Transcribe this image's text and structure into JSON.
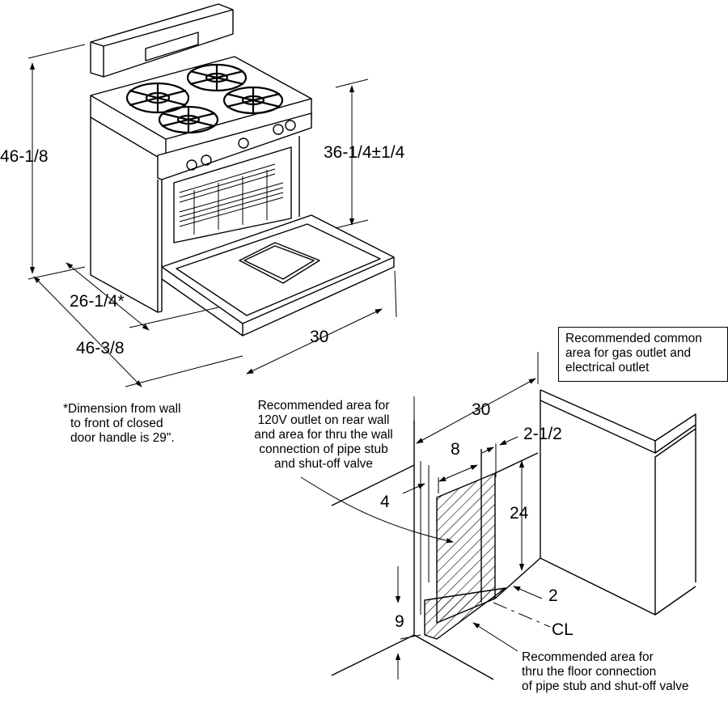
{
  "range": {
    "height_total": "46-1/8",
    "cooktop_height": "36-1/4±1/4",
    "depth_closed": "26-1/4*",
    "depth_open": "46-3/8",
    "width": "30",
    "footnote": [
      "*Dimension from wall",
      "to front of closed",
      "door handle is 29\"."
    ]
  },
  "installation": {
    "width": "30",
    "side_offset": "2-1/2",
    "area_width": "8",
    "area_top_offset": "4",
    "area_height": "24",
    "area_bottom_offset": "9",
    "floor_gap": "2",
    "centerline": "CL",
    "wall_area_note": [
      "Recommended area for",
      "120V outlet on rear wall",
      "and area for thru the wall",
      "connection of pipe stub",
      "and shut-off valve"
    ],
    "floor_area_note": [
      "Recommended area for",
      "thru the floor connection",
      "of pipe stub and shut-off valve"
    ],
    "common_area_note": [
      "Recommended common",
      "area for gas outlet and",
      "electrical outlet"
    ]
  }
}
